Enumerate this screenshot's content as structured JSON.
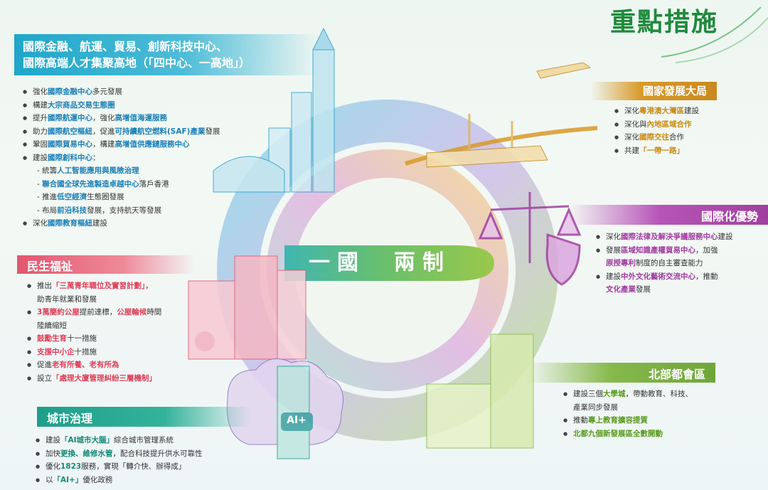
{
  "page_title": "重點措施",
  "center": {
    "label": "一國　兩制"
  },
  "four_centres": {
    "title_line1": "國際金融、航運、貿易、創新科技中心、",
    "title_line2": "國際高端人才集聚高地（「四中心、一高地」）",
    "items": [
      {
        "type": "bul",
        "parts": [
          {
            "t": "強化"
          },
          {
            "t": "國際金融中心",
            "c": "blue"
          },
          {
            "t": "多元發展"
          }
        ]
      },
      {
        "type": "bul",
        "parts": [
          {
            "t": "構建"
          },
          {
            "t": "大宗商品交易生態圈",
            "c": "blue"
          }
        ]
      },
      {
        "type": "bul",
        "parts": [
          {
            "t": "提升"
          },
          {
            "t": "國際航運中心",
            "c": "blue"
          },
          {
            "t": "，強化"
          },
          {
            "t": "高增值海運服務",
            "c": "blue"
          }
        ]
      },
      {
        "type": "bul",
        "parts": [
          {
            "t": "助力"
          },
          {
            "t": "國際航空樞紐",
            "c": "blue"
          },
          {
            "t": "，促進"
          },
          {
            "t": "可持續航空燃料(SAF)產業",
            "c": "blue"
          },
          {
            "t": "發展"
          }
        ]
      },
      {
        "type": "bul",
        "parts": [
          {
            "t": "鞏固"
          },
          {
            "t": "國際貿易中心",
            "c": "blue"
          },
          {
            "t": "，構建"
          },
          {
            "t": "高增值供應鏈服務中心",
            "c": "blue"
          }
        ]
      },
      {
        "type": "bul",
        "parts": [
          {
            "t": "建設"
          },
          {
            "t": "國際創科中心",
            "c": "blue"
          },
          {
            "t": "："
          }
        ]
      },
      {
        "type": "sub",
        "parts": [
          {
            "t": "- 統籌"
          },
          {
            "t": "人工智能應用與風險治理",
            "c": "blue"
          }
        ]
      },
      {
        "type": "sub",
        "parts": [
          {
            "t": "- "
          },
          {
            "t": "聯合國全球先進製造卓越中心",
            "c": "blue"
          },
          {
            "t": "落戶香港"
          }
        ]
      },
      {
        "type": "sub",
        "parts": [
          {
            "t": "- 推進"
          },
          {
            "t": "低空經濟",
            "c": "blue"
          },
          {
            "t": "生態圈發展"
          }
        ]
      },
      {
        "type": "sub",
        "parts": [
          {
            "t": "- 布局"
          },
          {
            "t": "前沿科技",
            "c": "blue"
          },
          {
            "t": "發展，支持航天等發展"
          }
        ]
      },
      {
        "type": "bul",
        "parts": [
          {
            "t": "深化"
          },
          {
            "t": "國際教育樞紐",
            "c": "blue"
          },
          {
            "t": "建設"
          }
        ]
      }
    ]
  },
  "livelihood": {
    "title": "民生福祉",
    "items": [
      {
        "type": "bul",
        "parts": [
          {
            "t": "推出"
          },
          {
            "t": "「三萬青年職位及實習計劃」",
            "c": "red"
          },
          {
            "t": "，"
          }
        ]
      },
      {
        "type": "cont",
        "parts": [
          {
            "t": "助青年就業和發展"
          }
        ]
      },
      {
        "type": "bul",
        "parts": [
          {
            "t": "3萬簡約公屋",
            "c": "red"
          },
          {
            "t": "提前達標，"
          },
          {
            "t": "公屋輪候",
            "c": "red"
          },
          {
            "t": "時間"
          }
        ]
      },
      {
        "type": "cont",
        "parts": [
          {
            "t": "陸續縮短"
          }
        ]
      },
      {
        "type": "bul",
        "parts": [
          {
            "t": "鼓勵生育",
            "c": "red"
          },
          {
            "t": "十一措施"
          }
        ]
      },
      {
        "type": "bul",
        "parts": [
          {
            "t": "支援中小企",
            "c": "red"
          },
          {
            "t": "十措施"
          }
        ]
      },
      {
        "type": "bul",
        "parts": [
          {
            "t": "促進"
          },
          {
            "t": "老有所養、老有所為",
            "c": "red"
          }
        ]
      },
      {
        "type": "bul",
        "parts": [
          {
            "t": "設立"
          },
          {
            "t": "「處理大廈管理糾紛三層機制」",
            "c": "red"
          }
        ]
      }
    ]
  },
  "city_governance": {
    "title": "城市治理",
    "items": [
      {
        "type": "bul",
        "parts": [
          {
            "t": "建設"
          },
          {
            "t": "「AI城市大腦」",
            "c": "teal"
          },
          {
            "t": "綜合城市管理系統"
          }
        ]
      },
      {
        "type": "bul",
        "parts": [
          {
            "t": "加快"
          },
          {
            "t": "更換、維修水管",
            "c": "teal"
          },
          {
            "t": "，配合科技提升供水可靠性"
          }
        ]
      },
      {
        "type": "bul",
        "parts": [
          {
            "t": "優化"
          },
          {
            "t": "1823",
            "c": "teal"
          },
          {
            "t": "服務，實現「轉介快、辦得成」"
          }
        ]
      },
      {
        "type": "bul",
        "parts": [
          {
            "t": "以"
          },
          {
            "t": "「AI+」",
            "c": "teal"
          },
          {
            "t": "優化政務"
          }
        ]
      }
    ],
    "ai_badge": "AI+"
  },
  "national": {
    "title": "國家發展大局",
    "items": [
      {
        "type": "bul",
        "parts": [
          {
            "t": "深化"
          },
          {
            "t": "粵港澳大灣區",
            "c": "gold"
          },
          {
            "t": "建設"
          }
        ]
      },
      {
        "type": "bul",
        "parts": [
          {
            "t": "深化與"
          },
          {
            "t": "內地區域合作",
            "c": "gold"
          }
        ]
      },
      {
        "type": "bul",
        "parts": [
          {
            "t": "深化"
          },
          {
            "t": "國際交往",
            "c": "gold"
          },
          {
            "t": "合作"
          }
        ]
      },
      {
        "type": "bul",
        "parts": [
          {
            "t": "共建"
          },
          {
            "t": "「一帶一路」",
            "c": "gold"
          }
        ]
      }
    ]
  },
  "international": {
    "title": "國際化優勢",
    "items": [
      {
        "type": "bul",
        "parts": [
          {
            "t": "深化"
          },
          {
            "t": "國際法律及解決爭議服務中心",
            "c": "purple"
          },
          {
            "t": "建設"
          }
        ]
      },
      {
        "type": "bul",
        "parts": [
          {
            "t": "發展"
          },
          {
            "t": "區域知識產權貿易中心",
            "c": "purple"
          },
          {
            "t": "，加強"
          }
        ]
      },
      {
        "type": "cont",
        "parts": [
          {
            "t": "原授專利",
            "c": "purple"
          },
          {
            "t": "制度的自主審查能力"
          }
        ]
      },
      {
        "type": "bul",
        "parts": [
          {
            "t": "建設"
          },
          {
            "t": "中外文化藝術交流中心",
            "c": "purple"
          },
          {
            "t": "，推動"
          }
        ]
      },
      {
        "type": "cont",
        "parts": [
          {
            "t": "文化產業",
            "c": "purple"
          },
          {
            "t": "發展"
          }
        ]
      }
    ]
  },
  "northern": {
    "title": "北部都會區",
    "items": [
      {
        "type": "bul",
        "parts": [
          {
            "t": "建設三個"
          },
          {
            "t": "大學城",
            "c": "green"
          },
          {
            "t": "，帶動教育、科技、"
          }
        ]
      },
      {
        "type": "cont",
        "parts": [
          {
            "t": "產業同步發展"
          }
        ]
      },
      {
        "type": "bul",
        "parts": [
          {
            "t": "推動"
          },
          {
            "t": "專上教育擴容提質",
            "c": "green"
          }
        ]
      },
      {
        "type": "bul",
        "parts": [
          {
            "t": "北都九個新發展區全數開動",
            "c": "green"
          }
        ]
      }
    ]
  }
}
